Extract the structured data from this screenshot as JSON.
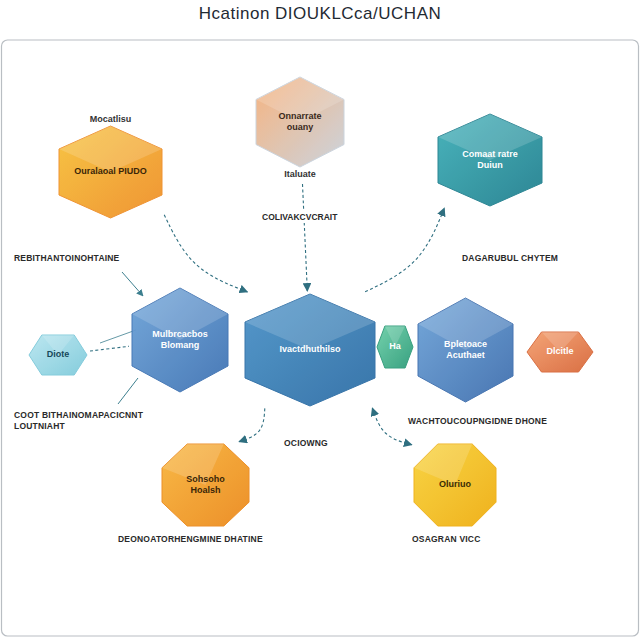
{
  "diagram": {
    "title": "Hcatinon DIOUKLCca/UCHAN",
    "nodes": [
      {
        "text": [
          "Mocatlisu",
          "Ouralaoal PIUDO"
        ]
      },
      {
        "text": [
          "Onnarrate ouany",
          "Italuate"
        ]
      },
      {
        "text": [
          "Comaat ratre Duiun"
        ]
      },
      {
        "text": [
          "Diote"
        ]
      },
      {
        "text": [
          "Mulbrcacbos Blomang"
        ]
      },
      {
        "text": [
          "Ivactdhuthilso"
        ]
      },
      {
        "text": [
          "Ha"
        ]
      },
      {
        "text": [
          "Bpletoace Acuthaet"
        ]
      },
      {
        "text": [
          "Dlcitle"
        ]
      },
      {
        "text": [
          "Sohsoho Hoalsh"
        ]
      },
      {
        "text": [
          "Oluriuo"
        ]
      }
    ],
    "edges": [
      {
        "from": 0,
        "to": 5,
        "arrow": "to"
      },
      {
        "from": 1,
        "to": 5,
        "label": "COLIVAKCVCRAIT",
        "arrow": "to"
      },
      {
        "from": 5,
        "to": 2,
        "arrow": "to"
      },
      {
        "from": 3,
        "to": 4,
        "arrow": "none"
      },
      {
        "from": 5,
        "to": 9,
        "arrow": "to"
      },
      {
        "from": 5,
        "to": 10,
        "arrow": "both"
      }
    ],
    "labels": [
      "REBITHANTOINOHTAINE",
      "DAGARUBUL CHYTEM",
      "COOT BITHAINOMAPACICNNT LOUTNIAHT",
      "WACHTOUCOUPNGIDNE DHONE",
      "OCIOWNG",
      "DEONOATORHENGMINE DHATINE",
      "OSAGRAN VICC"
    ]
  }
}
